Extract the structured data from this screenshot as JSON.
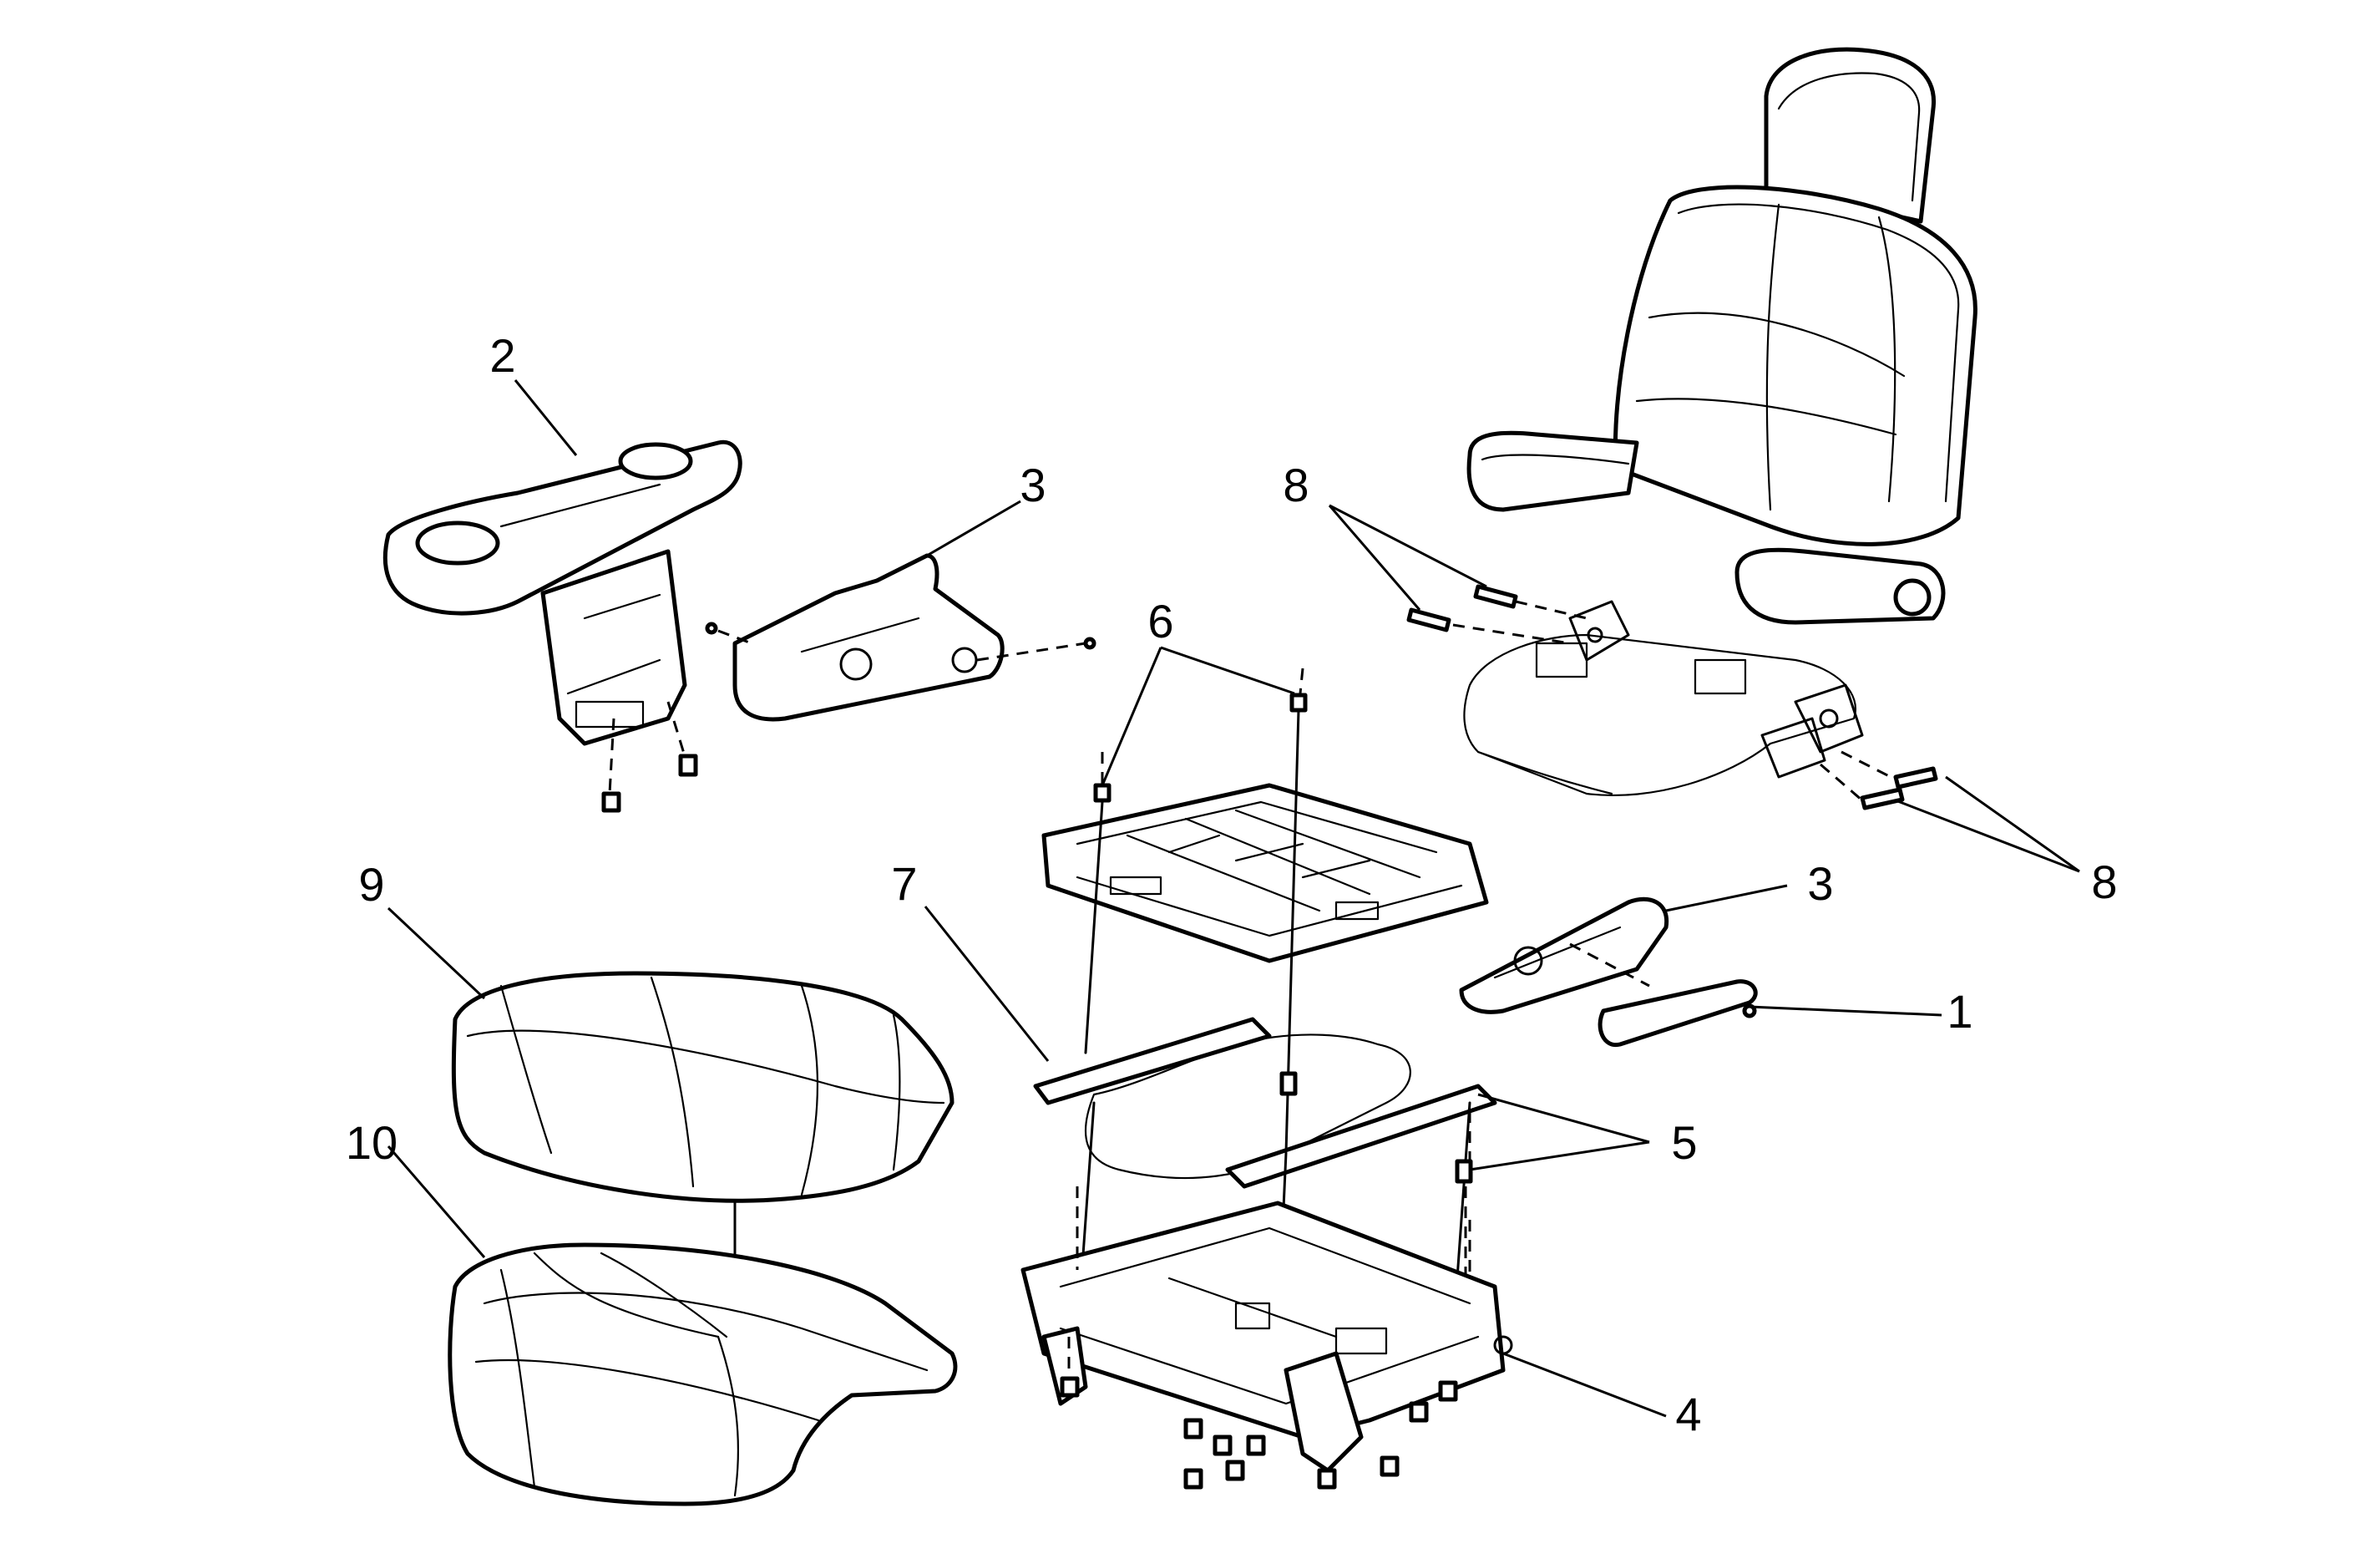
{
  "callouts": [
    {
      "id": "c2",
      "label": "2"
    },
    {
      "id": "c3a",
      "label": "3"
    },
    {
      "id": "c6",
      "label": "6"
    },
    {
      "id": "c8a",
      "label": "8"
    },
    {
      "id": "c9",
      "label": "9"
    },
    {
      "id": "c7",
      "label": "7"
    },
    {
      "id": "c3b",
      "label": "3"
    },
    {
      "id": "c8b",
      "label": "8"
    },
    {
      "id": "c1",
      "label": "1"
    },
    {
      "id": "c10",
      "label": "10"
    },
    {
      "id": "c5",
      "label": "5"
    },
    {
      "id": "c4",
      "label": "4"
    }
  ]
}
